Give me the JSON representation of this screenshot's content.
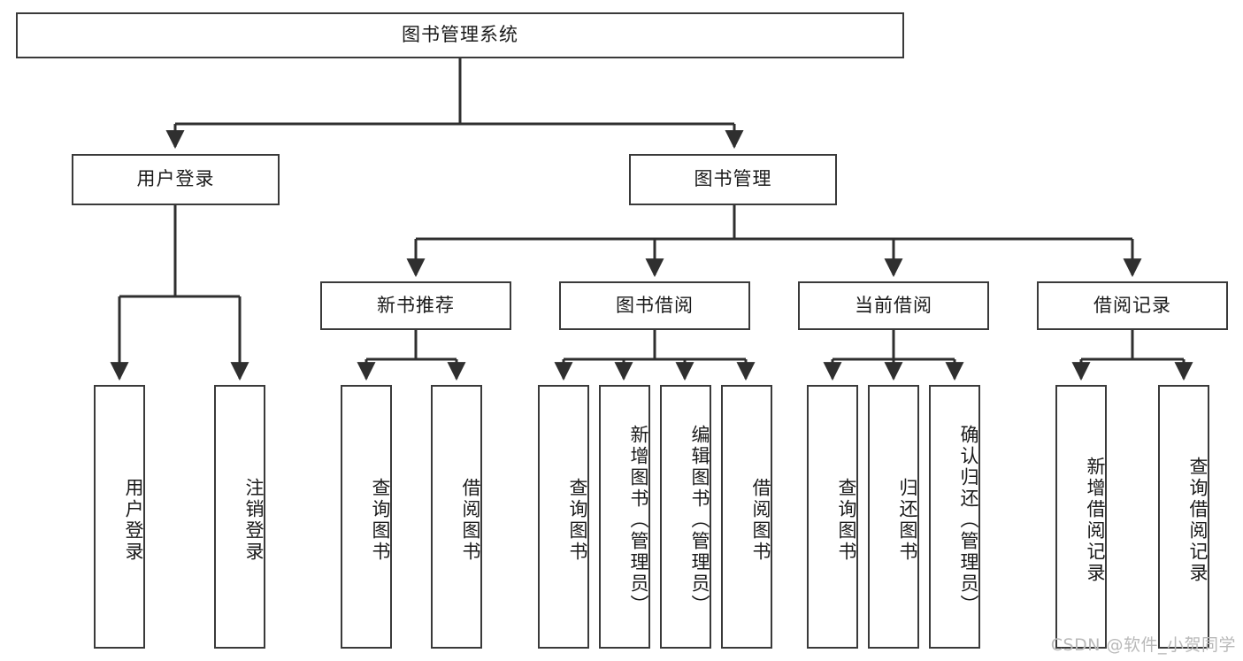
{
  "diagram": {
    "title": "图书管理系统",
    "type": "tree",
    "root": {
      "label": "图书管理系统"
    },
    "level2": [
      {
        "label": "用户登录"
      },
      {
        "label": "图书管理"
      }
    ],
    "level3": [
      {
        "label": "新书推荐"
      },
      {
        "label": "图书借阅"
      },
      {
        "label": "当前借阅"
      },
      {
        "label": "借阅记录"
      }
    ],
    "leaves": {
      "user_login": [
        {
          "label": "用户登录"
        },
        {
          "label": "注销登录"
        }
      ],
      "new_book_recommend": [
        {
          "label": "查询图书"
        },
        {
          "label": "借阅图书"
        }
      ],
      "book_borrow": [
        {
          "label": "查询图书"
        },
        {
          "label": "新增图书（管理员）"
        },
        {
          "label": "编辑图书（管理员）"
        },
        {
          "label": "借阅图书"
        }
      ],
      "current_borrow": [
        {
          "label": "查询图书"
        },
        {
          "label": "归还图书"
        },
        {
          "label": "确认归还（管理员）"
        }
      ],
      "borrow_record": [
        {
          "label": "新增借阅记录"
        },
        {
          "label": "查询借阅记录"
        }
      ]
    }
  },
  "watermark": {
    "text": "CSDN @软件_小贺同学"
  },
  "colors": {
    "box_border": "#3a3a3a",
    "line": "#2f2f2f",
    "background": "#ffffff",
    "watermark": "#b9b9b9"
  }
}
